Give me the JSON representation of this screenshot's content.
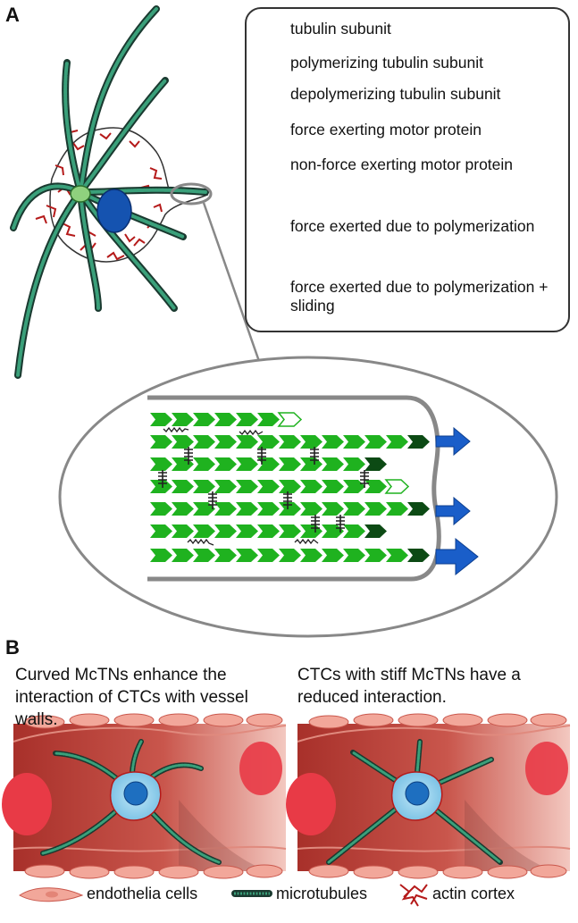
{
  "panels": {
    "a": "A",
    "b": "B"
  },
  "legend": {
    "items": [
      {
        "icon": "tubulin-subunit-icon",
        "label": "tubulin subunit"
      },
      {
        "icon": "polymerizing-subunit-icon",
        "label": "polymerizing tubulin subunit"
      },
      {
        "icon": "depolymerizing-subunit-icon",
        "label": "depolymerizing tubulin subunit"
      },
      {
        "icon": "force-motor-icon",
        "label": "force exerting motor protein"
      },
      {
        "icon": "nonforce-motor-icon",
        "label": "non-force exerting motor protein"
      },
      {
        "icon": "small-arrow-icon",
        "label": "force exerted due to polymerization"
      },
      {
        "icon": "large-arrow-icon",
        "label": "force exerted due to polymerization + sliding"
      }
    ]
  },
  "captions": {
    "curved": "Curved McTNs enhance the interaction of CTCs with vessel walls.",
    "stiff": "CTCs with stiff McTNs have a reduced interaction."
  },
  "bottom_legend": {
    "endothelia": "endothelia cells",
    "microtubules": "microtubules",
    "actin": "actin cortex"
  },
  "colors": {
    "tubulin": "#1fb21f",
    "polymerizing": "#0c4a14",
    "microtubule": "#1a5c46",
    "actin": "#b51a1a",
    "nucleus": "#1553b0",
    "arrow": "#1a5ec9",
    "vessel": "#c24a40",
    "endothelium": "#f2a79a"
  }
}
